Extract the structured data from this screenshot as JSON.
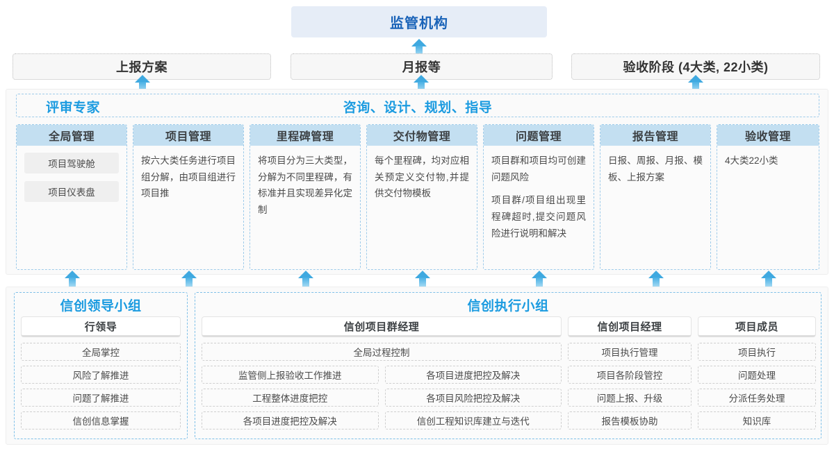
{
  "regulator": {
    "label": "监管机构"
  },
  "reports": [
    {
      "label": "上报方案"
    },
    {
      "label": "月报等"
    },
    {
      "label": "验收阶段 (4大类, 22小类)"
    }
  ],
  "middle": {
    "band_left": "评审专家",
    "band_center": "咨询、设计、规划、指导",
    "columns": [
      {
        "title": "全局管理",
        "chips": [
          "项目驾驶舱",
          "项目仪表盘"
        ],
        "paragraphs": []
      },
      {
        "title": "项目管理",
        "chips": [],
        "paragraphs": [
          "按六大类任务进行项目组分解，由项目组进行项目推"
        ]
      },
      {
        "title": "里程碑管理",
        "chips": [],
        "paragraphs": [
          "将项目分为三大类型，分解为不同里程碑，有标准并且实现差异化定制"
        ]
      },
      {
        "title": "交付物管理",
        "chips": [],
        "paragraphs": [
          "每个里程碑，均对应相关预定义交付物,并提供交付物模板"
        ]
      },
      {
        "title": "问题管理",
        "chips": [],
        "paragraphs": [
          "项目群和项目均可创建问题风险",
          "项目群/项目组出现里程碑超时,提交问题风险进行说明和解决"
        ]
      },
      {
        "title": "报告管理",
        "chips": [],
        "paragraphs": [
          "日报、周报、月报、模板、上报方案"
        ]
      },
      {
        "title": "验收管理",
        "chips": [],
        "paragraphs": [
          "4大类22小类"
        ]
      }
    ]
  },
  "bottom": {
    "groups": [
      {
        "title": "信创领导小组",
        "roles": [
          {
            "head": "行领导",
            "tasks": [
              "全局掌控",
              "风险了解推进",
              "问题了解推进",
              "信创信息掌握"
            ]
          }
        ]
      },
      {
        "title": "信创执行小组",
        "roles": [
          {
            "head": "信创项目群经理",
            "full_task": "全局过程控制",
            "left_tasks": [
              "监管侧上报验收工作推进",
              "工程整体进度把控",
              "各项目进度把控及解决"
            ],
            "right_tasks": [
              "各项目进度把控及解决",
              "各项目风险把控及解决",
              "信创工程知识库建立与迭代"
            ]
          },
          {
            "head": "信创项目经理",
            "tasks": [
              "项目执行管理",
              "项目各阶段管控",
              "问题上报、升级",
              "报告模板协助"
            ]
          },
          {
            "head": "项目成员",
            "tasks": [
              "项目执行",
              "问题处理",
              "分派任务处理",
              "知识库"
            ]
          }
        ]
      }
    ]
  },
  "colors": {
    "accent_blue": "#1b9be0",
    "title_blue": "#1a63b8",
    "header_fill": "#c3dff1",
    "arrow_blue": "#3fa9e0",
    "panel_bg": "#fafafa"
  }
}
